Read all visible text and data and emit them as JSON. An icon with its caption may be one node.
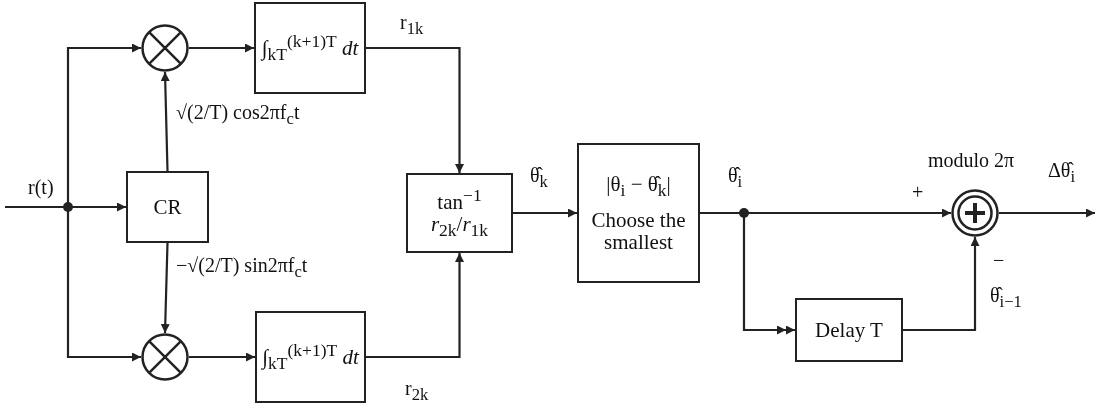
{
  "diagram": {
    "nodes": [
      {
        "text": [],
        "shape": "circle"
      },
      {
        "text": [
          "∫$_{kT}$$^{(k+1)T}$ *dt*"
        ]
      },
      {
        "text": [
          "CR"
        ]
      },
      {
        "text": [
          "tan$^{−1}$ *r*$_{2k}$/*r*$_{1k}$"
        ]
      },
      {
        "text": [
          "|θ$_{i}$ − θ̂$_{k}$|",
          "Choose the smallest"
        ]
      },
      {
        "text": [],
        "shape": "circle",
        "beside": [
          "modulo 2π",
          "+",
          "−"
        ]
      },
      {
        "text": [],
        "shape": "circle"
      },
      {
        "text": [
          "∫$_{kT}$$^{(k+1)T}$ *dt*"
        ]
      },
      {
        "text": [
          "Delay T"
        ]
      }
    ],
    "edges": [
      {
        "from": null,
        "to": 0,
        "arrow": "to"
      },
      {
        "from": null,
        "to": 2,
        "arrow": "to",
        "label": "r(t)"
      },
      {
        "from": null,
        "to": 6,
        "arrow": "to"
      },
      {
        "from": 2,
        "to": 0,
        "arrow": "to",
        "label": "√(2/T) cos2πf$_{c}$t"
      },
      {
        "from": 2,
        "to": 6,
        "arrow": "to",
        "label": "−√(2/T) sin2πf$_{c}$t"
      },
      {
        "from": 0,
        "to": 1,
        "arrow": "to"
      },
      {
        "from": 6,
        "to": 7,
        "arrow": "to"
      },
      {
        "from": 1,
        "to": 3,
        "arrow": "to",
        "label": "r$_{1k}$"
      },
      {
        "from": 7,
        "to": 3,
        "arrow": "to",
        "label": "r$_{2k}$"
      },
      {
        "from": 3,
        "to": 4,
        "arrow": "to",
        "label": "θ̂$_{k}$"
      },
      {
        "from": 4,
        "to": 5,
        "arrow": "to",
        "label": "θ̂$_{i}$"
      },
      {
        "from": 4,
        "to": 8,
        "arrow": "to"
      },
      {
        "from": 8,
        "to": 5,
        "arrow": "to",
        "label": "θ̂$_{i−1}$"
      },
      {
        "from": 5,
        "to": null,
        "arrow": "to",
        "label": "Δθ̂$_{i}$"
      }
    ]
  }
}
